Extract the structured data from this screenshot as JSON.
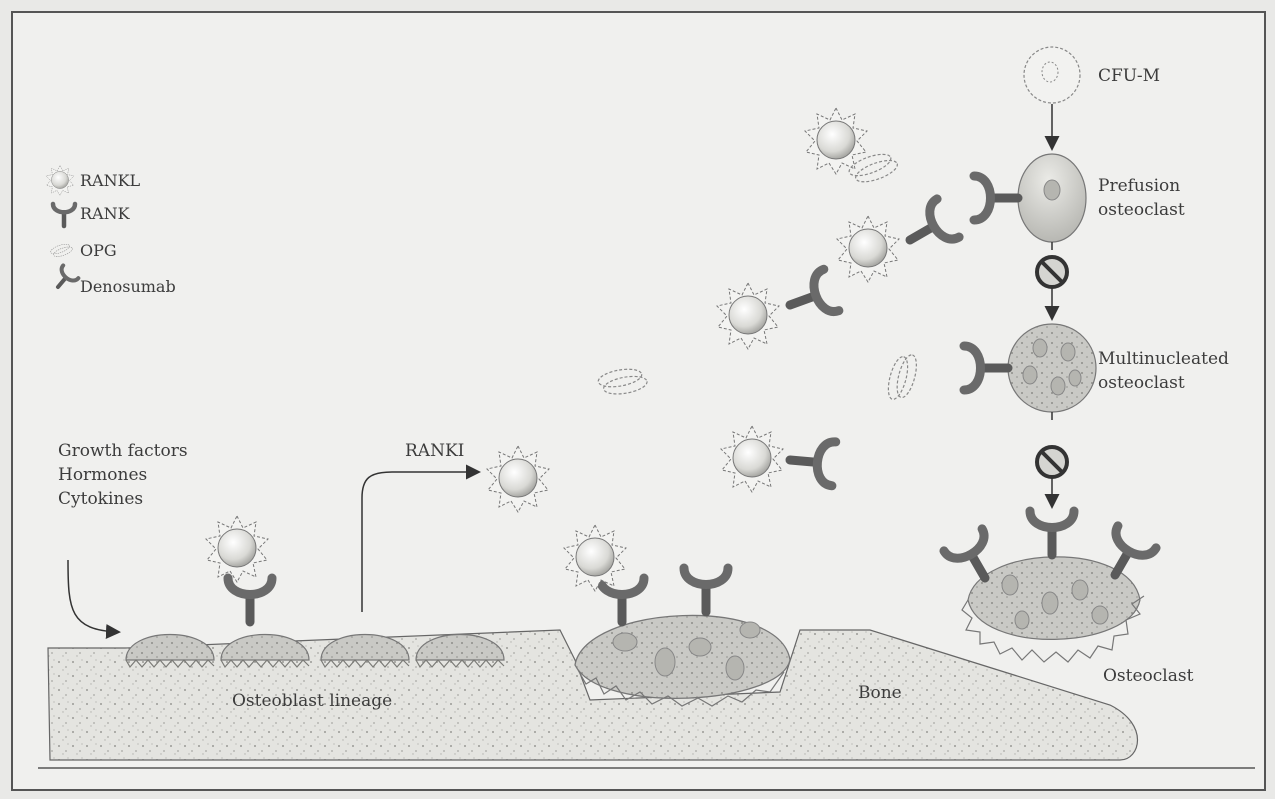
{
  "legend": [
    {
      "icon": "rankl-icon",
      "label": "RANKL"
    },
    {
      "icon": "rank-icon",
      "label": "RANK"
    },
    {
      "icon": "opg-icon",
      "label": "OPG"
    },
    {
      "icon": "denosumab-icon",
      "label": "Denosumab"
    }
  ],
  "inputs": [
    "Growth factors",
    "Hormones",
    "Cytokines"
  ],
  "labels": {
    "rankl_release": "RANKI",
    "osteoblast": "Osteoblast lineage",
    "bone": "Bone",
    "osteoclast": "Osteoclast",
    "cfu": "CFU-M",
    "prefusion_1": "Prefusion",
    "prefusion_2": "osteoclast",
    "multi_1": "Multinucleated",
    "multi_2": "osteoclast"
  },
  "colors": {
    "background": "#e9e9e7",
    "frame": "#555555",
    "receptor": "#6a6a6a",
    "cell": "#cfcfcb",
    "bone": "#dcdcd8"
  }
}
